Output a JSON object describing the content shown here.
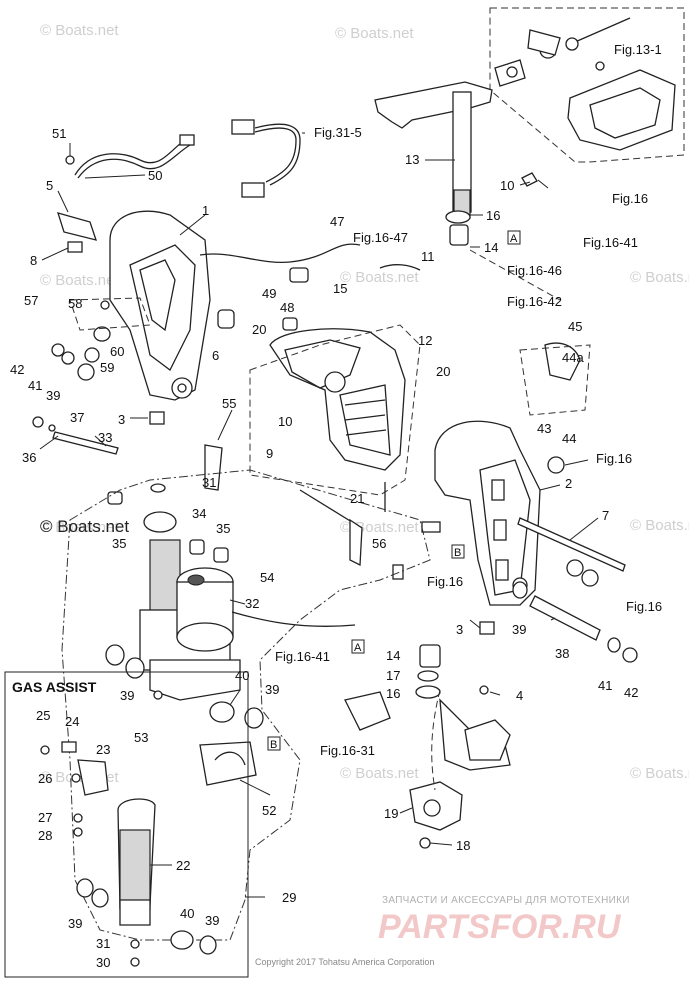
{
  "watermarks": [
    "© Boats.net",
    "© Boats.net",
    "© Boats.net",
    "© Boats.net",
    "© Boats.net",
    "© Boats.net",
    "© Boats.net",
    "© Boats.net",
    "© Boats.net",
    "© Boats.net",
    "© Boats.net",
    "© Boats.net"
  ],
  "inset_title": "GAS ASSIST",
  "copyright": "Copyright 2017 Tohatsu America Corporation",
  "brand_tagline": "ЗАПЧАСТИ И АКСЕССУАРЫ ДЛЯ МОТОТЕХНИКИ",
  "brand_logo": "PARTSFOR.RU",
  "boxed_letters": [
    "A",
    "B",
    "A",
    "B"
  ],
  "callouts": [
    "51",
    "5",
    "50",
    "8",
    "57",
    "58",
    "42",
    "41",
    "39",
    "60",
    "59",
    "6",
    "3",
    "37",
    "36",
    "33",
    "20",
    "10",
    "9",
    "55",
    "31",
    "34",
    "35",
    "35",
    "32",
    "54",
    "39",
    "40",
    "39",
    "53",
    "52",
    "25",
    "24",
    "23",
    "26",
    "27",
    "28",
    "22",
    "29",
    "39",
    "40",
    "39",
    "31",
    "30",
    "13",
    "10",
    "16",
    "14",
    "11",
    "15",
    "48",
    "49",
    "47",
    "12",
    "45",
    "44a",
    "43",
    "44",
    "20",
    "21",
    "56",
    "2",
    "7",
    "3",
    "39",
    "38",
    "41",
    "42",
    "14",
    "17",
    "16",
    "4",
    "19",
    "18",
    "1"
  ],
  "fig_refs": [
    "Fig.31-5",
    "Fig.13-1",
    "Fig.16",
    "Fig.16-41",
    "Fig.16-47",
    "Fig.16-46",
    "Fig.16-42",
    "Fig.16",
    "Fig.16",
    "Fig.16",
    "Fig.16-41",
    "Fig.16-31"
  ]
}
